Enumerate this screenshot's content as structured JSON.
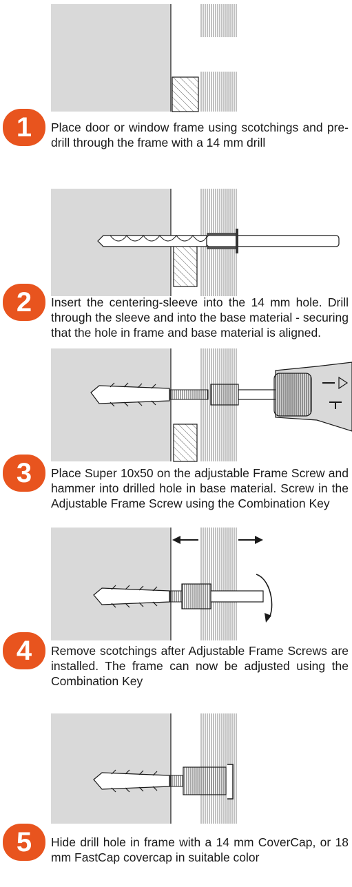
{
  "steps": [
    {
      "number": "1",
      "text": "Place door or window frame using scotchings and pre-drill through the frame with a 14 mm drill"
    },
    {
      "number": "2",
      "text": "Insert the centering-sleeve into the 14 mm hole. Drill through the sleeve and into the base material - securing that the hole in frame and base material is aligned."
    },
    {
      "number": "3",
      "text": "Place Super 10x50 on the adjustable Frame Screw and hammer into drilled hole in base material. Screw in the Adjustable Frame Screw using the Combination Key"
    },
    {
      "number": "4",
      "text": "Remove scotchings after Adjustable Frame Screws are installed. The frame can now be adjusted using the Combination Key"
    },
    {
      "number": "5",
      "text": "Hide drill hole in frame with a 14 mm CoverCap, or 18 mm FastCap covercap in suitable color"
    }
  ],
  "colors": {
    "badge": "#e8541e",
    "wall": "#d9d9d9",
    "line": "#1a1a1a"
  }
}
